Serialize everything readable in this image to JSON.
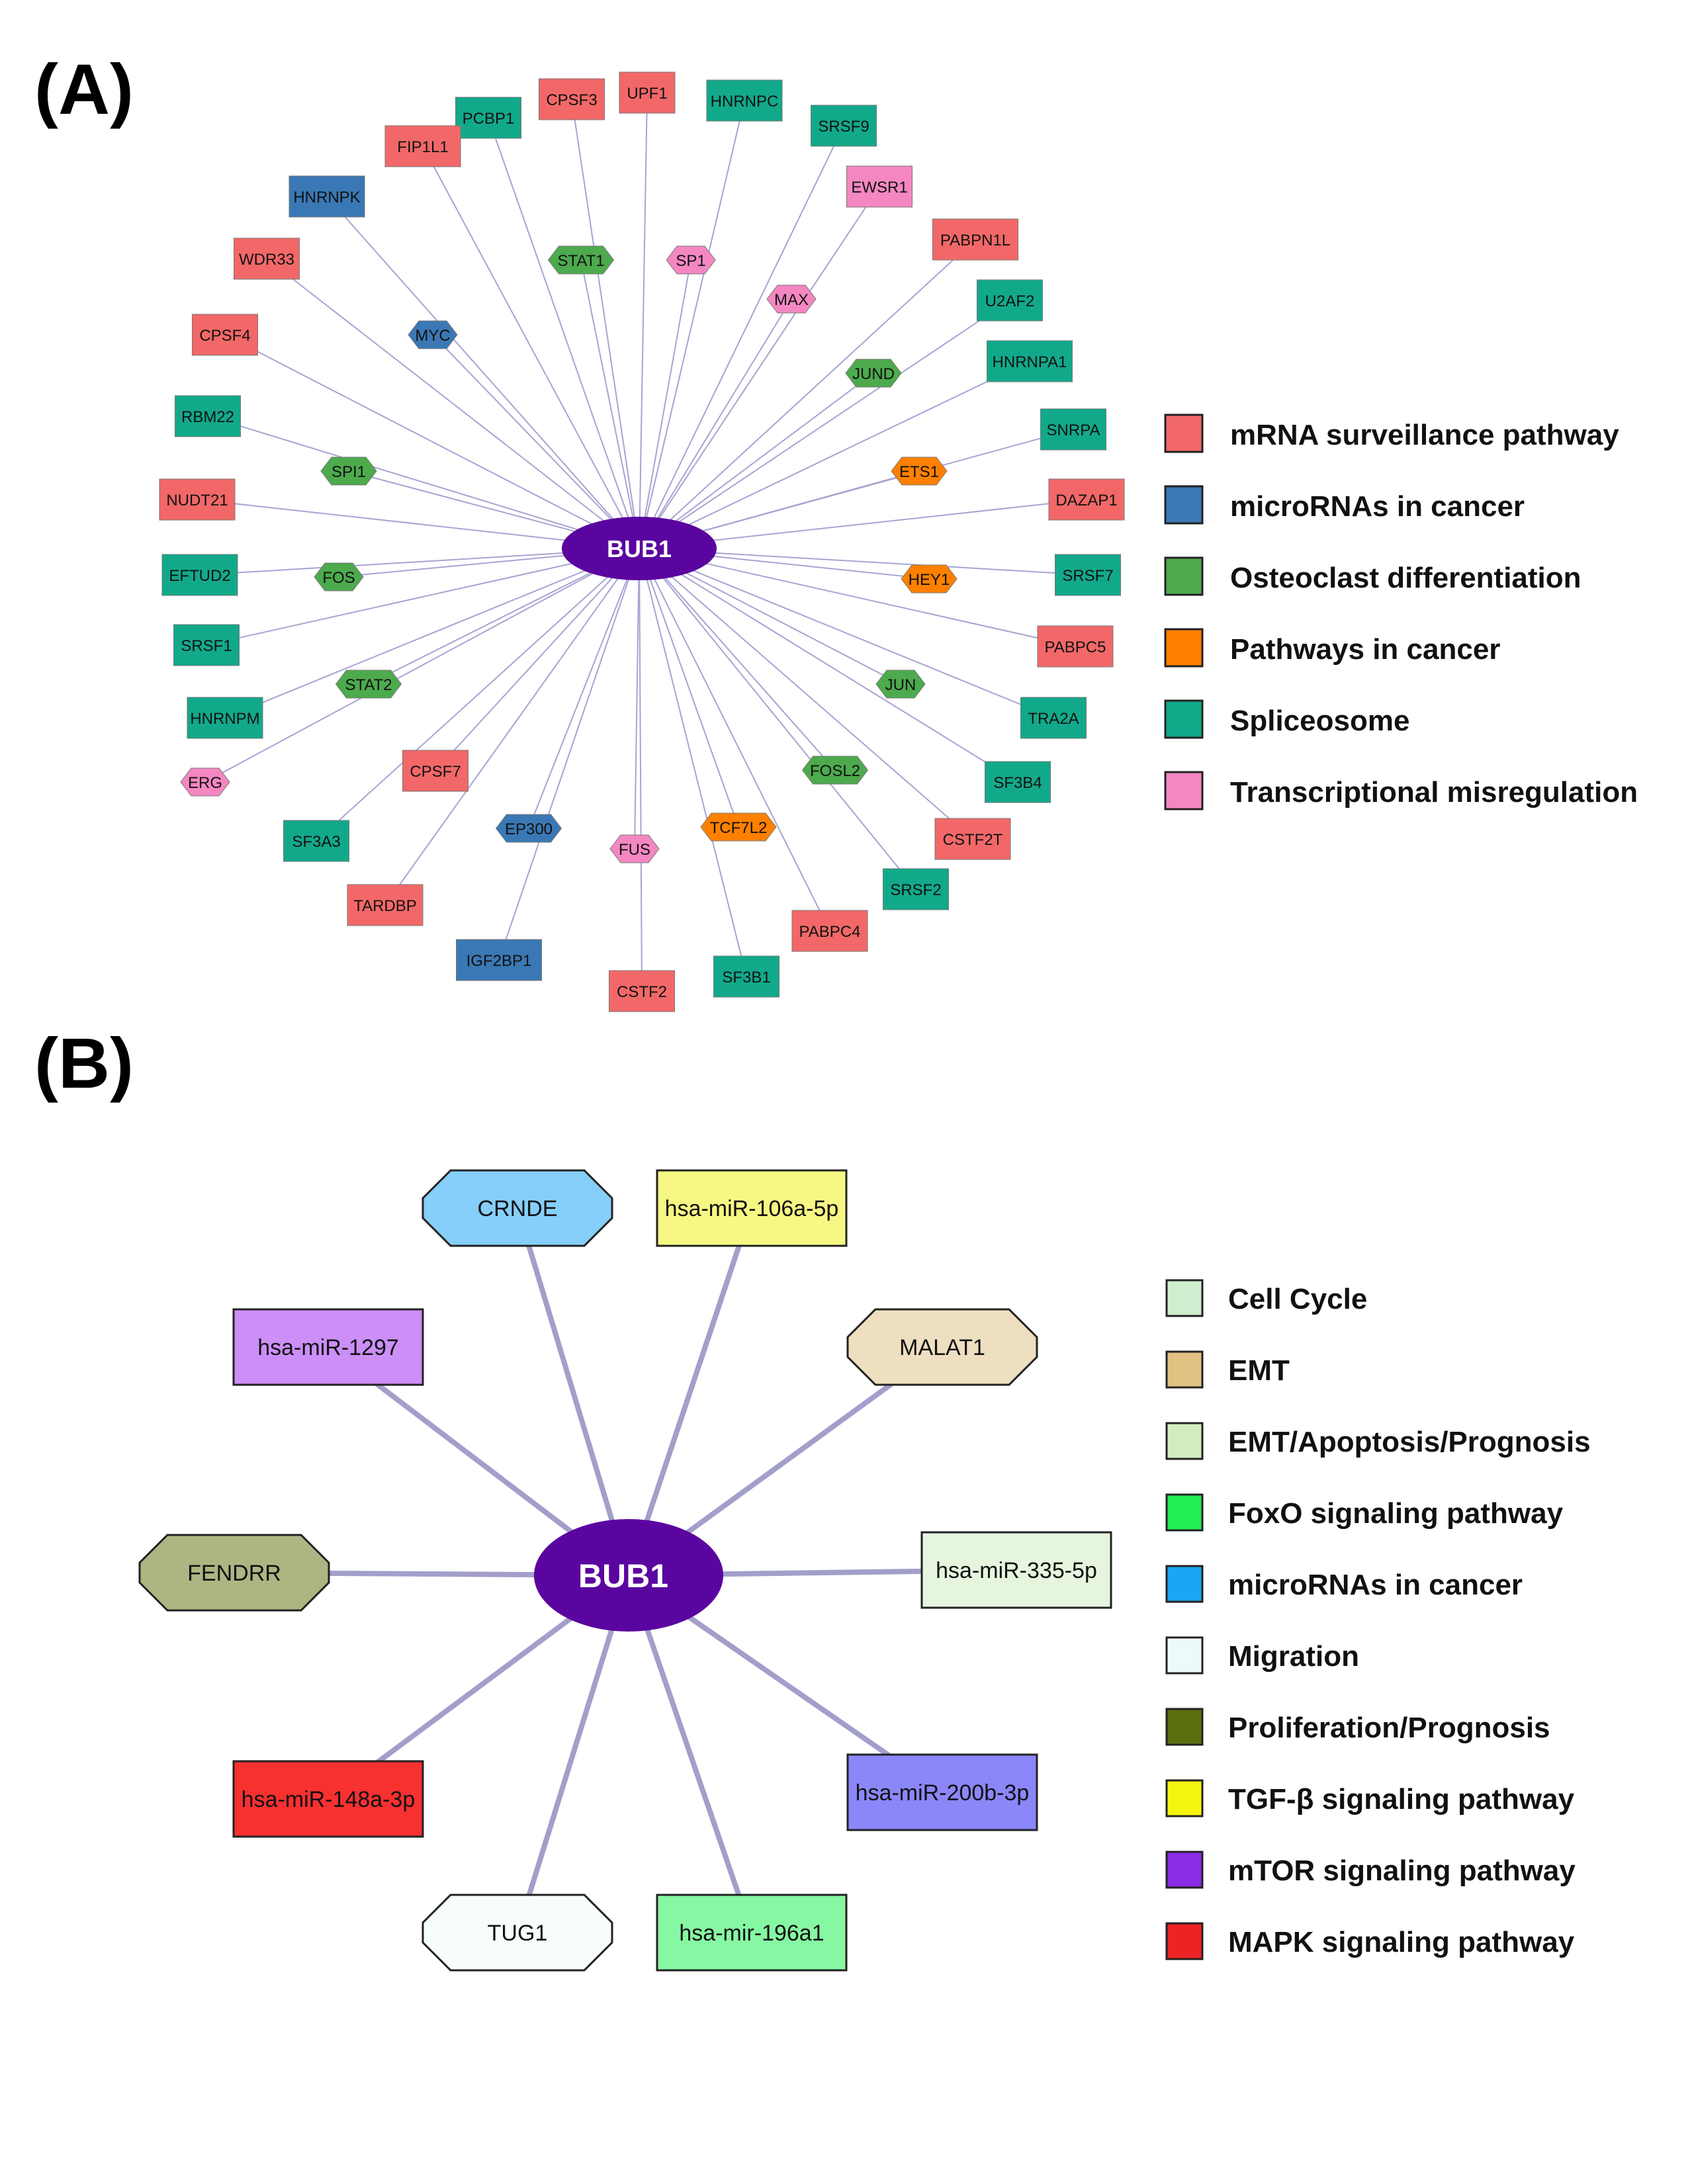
{
  "panel_a": {
    "label": "(A)",
    "hub": "BUB1",
    "legend": [
      {
        "key": "mrna",
        "label": "mRNA surveillance pathway",
        "color": "#f26868"
      },
      {
        "key": "mirna",
        "label": "microRNAs in cancer",
        "color": "#3a78b5"
      },
      {
        "key": "osteo",
        "label": "Osteoclast differentiation",
        "color": "#4daa4d"
      },
      {
        "key": "cancer",
        "label": "Pathways in cancer",
        "color": "#ff8000"
      },
      {
        "key": "splice",
        "label": "Spliceosome",
        "color": "#12a98a"
      },
      {
        "key": "trans",
        "label": "Transcriptional misregulation",
        "color": "#f487c2"
      }
    ],
    "nodes": [
      {
        "label": "UPF1",
        "category": "mrna",
        "shape": "rect"
      },
      {
        "label": "CPSF3",
        "category": "mrna",
        "shape": "rect"
      },
      {
        "label": "HNRNPC",
        "category": "splice",
        "shape": "rect"
      },
      {
        "label": "PCBP1",
        "category": "splice",
        "shape": "rect"
      },
      {
        "label": "SRSF9",
        "category": "splice",
        "shape": "rect"
      },
      {
        "label": "FIP1L1",
        "category": "mrna",
        "shape": "rect"
      },
      {
        "label": "EWSR1",
        "category": "trans",
        "shape": "rect"
      },
      {
        "label": "HNRNPK",
        "category": "mirna",
        "shape": "rect"
      },
      {
        "label": "PABPN1L",
        "category": "mrna",
        "shape": "rect"
      },
      {
        "label": "STAT1",
        "category": "osteo",
        "shape": "hex"
      },
      {
        "label": "SP1",
        "category": "trans",
        "shape": "hex"
      },
      {
        "label": "WDR33",
        "category": "mrna",
        "shape": "rect"
      },
      {
        "label": "MAX",
        "category": "trans",
        "shape": "hex"
      },
      {
        "label": "U2AF2",
        "category": "splice",
        "shape": "rect"
      },
      {
        "label": "CPSF4",
        "category": "mrna",
        "shape": "rect"
      },
      {
        "label": "MYC",
        "category": "mirna",
        "shape": "hex"
      },
      {
        "label": "HNRNPA1",
        "category": "splice",
        "shape": "rect"
      },
      {
        "label": "JUND",
        "category": "osteo",
        "shape": "hex"
      },
      {
        "label": "RBM22",
        "category": "splice",
        "shape": "rect"
      },
      {
        "label": "SNRPA",
        "category": "splice",
        "shape": "rect"
      },
      {
        "label": "SPI1",
        "category": "osteo",
        "shape": "hex"
      },
      {
        "label": "ETS1",
        "category": "cancer",
        "shape": "hex"
      },
      {
        "label": "NUDT21",
        "category": "mrna",
        "shape": "rect"
      },
      {
        "label": "DAZAP1",
        "category": "mrna",
        "shape": "rect"
      },
      {
        "label": "EFTUD2",
        "category": "splice",
        "shape": "rect"
      },
      {
        "label": "FOS",
        "category": "osteo",
        "shape": "hex"
      },
      {
        "label": "HEY1",
        "category": "cancer",
        "shape": "hex"
      },
      {
        "label": "SRSF7",
        "category": "splice",
        "shape": "rect"
      },
      {
        "label": "SRSF1",
        "category": "splice",
        "shape": "rect"
      },
      {
        "label": "PABPC5",
        "category": "mrna",
        "shape": "rect"
      },
      {
        "label": "STAT2",
        "category": "osteo",
        "shape": "hex"
      },
      {
        "label": "JUN",
        "category": "osteo",
        "shape": "hex"
      },
      {
        "label": "HNRNPM",
        "category": "splice",
        "shape": "rect"
      },
      {
        "label": "TRA2A",
        "category": "splice",
        "shape": "rect"
      },
      {
        "label": "ERG",
        "category": "trans",
        "shape": "hex"
      },
      {
        "label": "CPSF7",
        "category": "mrna",
        "shape": "rect"
      },
      {
        "label": "FOSL2",
        "category": "osteo",
        "shape": "hex"
      },
      {
        "label": "SF3B4",
        "category": "splice",
        "shape": "rect"
      },
      {
        "label": "SF3A3",
        "category": "splice",
        "shape": "rect"
      },
      {
        "label": "EP300",
        "category": "mirna",
        "shape": "hex"
      },
      {
        "label": "FUS",
        "category": "trans",
        "shape": "hex"
      },
      {
        "label": "TCF7L2",
        "category": "cancer",
        "shape": "hex"
      },
      {
        "label": "CSTF2T",
        "category": "mrna",
        "shape": "rect"
      },
      {
        "label": "SRSF2",
        "category": "splice",
        "shape": "rect"
      },
      {
        "label": "TARDBP",
        "category": "mrna",
        "shape": "rect"
      },
      {
        "label": "PABPC4",
        "category": "mrna",
        "shape": "rect"
      },
      {
        "label": "IGF2BP1",
        "category": "mirna",
        "shape": "rect"
      },
      {
        "label": "SF3B1",
        "category": "splice",
        "shape": "rect"
      },
      {
        "label": "CSTF2",
        "category": "mrna",
        "shape": "rect"
      }
    ]
  },
  "panel_b": {
    "label": "(B)",
    "hub": "BUB1",
    "legend": [
      {
        "label": "Cell Cycle",
        "color": "#cfeecf"
      },
      {
        "label": "EMT",
        "color": "#e0c182"
      },
      {
        "label": "EMT/Apoptosis/Prognosis",
        "color": "#d2edc0"
      },
      {
        "label": "FoxO signaling pathway",
        "color": "#22ee55"
      },
      {
        "label": "microRNAs in cancer",
        "color": "#1aa6f2"
      },
      {
        "label": "Migration",
        "color": "#eefafa"
      },
      {
        "label": "Proliferation/Prognosis",
        "color": "#5b6e0f"
      },
      {
        "label": "TGF-β signaling pathway",
        "color": "#f5f511"
      },
      {
        "label": "mTOR signaling pathway",
        "color": "#8a2be6"
      },
      {
        "label": "MAPK signaling pathway",
        "color": "#ee2222"
      }
    ],
    "nodes": [
      {
        "label": "CRNDE",
        "shape": "oct",
        "color": "#85cffa"
      },
      {
        "label": "hsa-miR-106a-5p",
        "shape": "rect",
        "color": "#f7f783"
      },
      {
        "label": "hsa-miR-1297",
        "shape": "rect",
        "color": "#cc8ef7"
      },
      {
        "label": "MALAT1",
        "shape": "oct",
        "color": "#eddfbf"
      },
      {
        "label": "FENDRR",
        "shape": "oct",
        "color": "#abb682"
      },
      {
        "label": "hsa-miR-335-5p",
        "shape": "rect",
        "color": "#e5f5de"
      },
      {
        "label": "hsa-miR-148a-3p",
        "shape": "rect",
        "color": "#f73030"
      },
      {
        "label": "hsa-miR-200b-3p",
        "shape": "rect",
        "color": "#8b87f9"
      },
      {
        "label": "TUG1",
        "shape": "oct",
        "color": "#f7fcfc"
      },
      {
        "label": "hsa-mir-196a1",
        "shape": "rect",
        "color": "#86f7a2"
      }
    ],
    "edge_color": "#a29fcb",
    "hub_color": "#5a059f"
  }
}
